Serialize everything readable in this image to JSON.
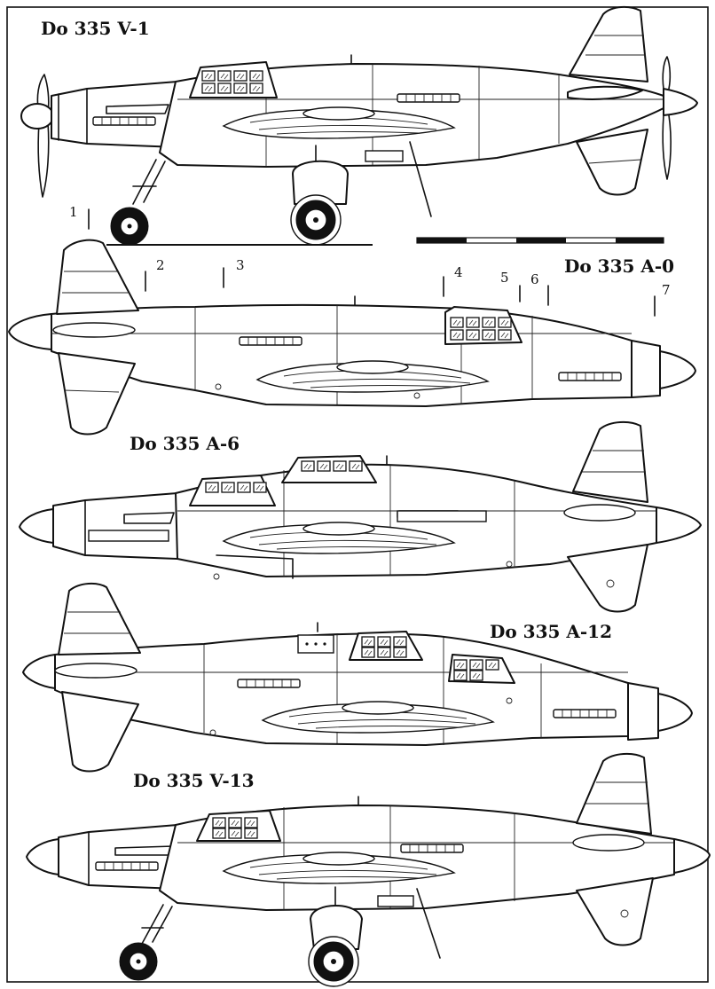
{
  "aircraft": [
    {
      "id": "v1",
      "label": "Do 335 V-1"
    },
    {
      "id": "a0",
      "label": "Do 335 A-0"
    },
    {
      "id": "a6",
      "label": "Do 335 A-6"
    },
    {
      "id": "a12",
      "label": "Do 335 A-12"
    },
    {
      "id": "v13",
      "label": "Do 335 V-13"
    }
  ],
  "stations": [
    "1",
    "2",
    "3",
    "4",
    "5",
    "6",
    "7"
  ],
  "colors": {
    "ink": "#111111",
    "paper": "#ffffff"
  }
}
